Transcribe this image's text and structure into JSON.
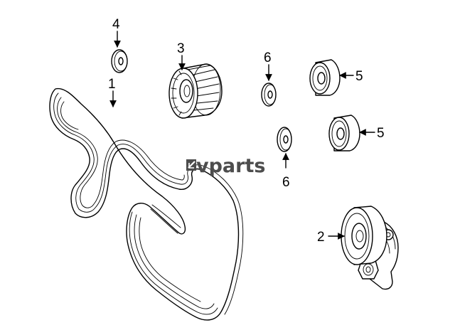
{
  "watermark": {
    "text": "vparts",
    "color": "#4d4d4d"
  },
  "callouts": [
    {
      "id": "belt",
      "label": "1"
    },
    {
      "id": "tensioner",
      "label": "2"
    },
    {
      "id": "idler-pulley-grooved",
      "label": "3"
    },
    {
      "id": "washer-top",
      "label": "4"
    },
    {
      "id": "idler-pulley-upper",
      "label": "5"
    },
    {
      "id": "idler-pulley-lower",
      "label": "5"
    },
    {
      "id": "washer-upper",
      "label": "6"
    },
    {
      "id": "washer-lower",
      "label": "6"
    }
  ]
}
